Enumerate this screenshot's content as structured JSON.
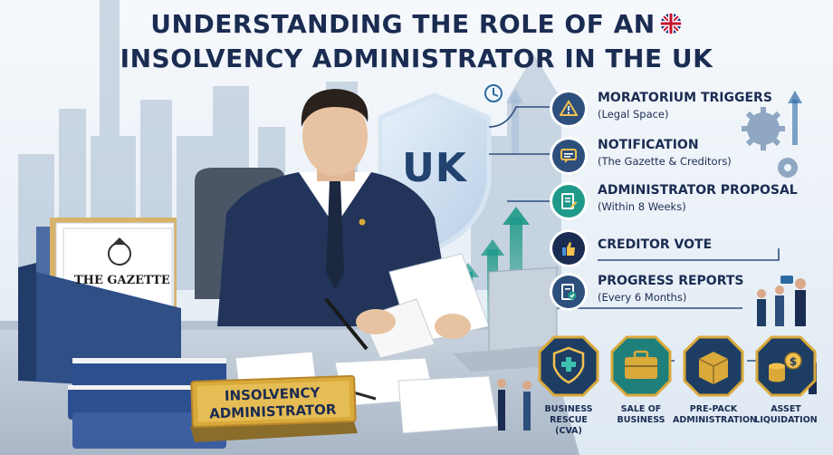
{
  "title": {
    "line1": "UNDERSTANDING THE ROLE OF AN",
    "line2": "INSOLVENCY ADMINISTRATOR IN THE UK",
    "flag_icon": "uk-flag-icon"
  },
  "shield": {
    "label": "UK"
  },
  "gazette": {
    "label": "THE GAZETTE",
    "crest_icon": "royal-crest-icon"
  },
  "desk_plate": {
    "line1": "INSOLVENCY",
    "line2": "ADMINISTRATOR"
  },
  "steps": [
    {
      "title": "MORATORIUM TRIGGERS",
      "subtitle": "(Legal Space)",
      "icon": "warning-document-icon",
      "color": "#2d4f7c"
    },
    {
      "title": "NOTIFICATION",
      "subtitle": "(The Gazette & Creditors)",
      "icon": "chat-notification-icon",
      "color": "#2d4f7c"
    },
    {
      "title": "ADMINISTRATOR PROPOSAL",
      "subtitle": "(Within 8 Weeks)",
      "icon": "document-edit-icon",
      "color": "#1f9a8a"
    },
    {
      "title": "CREDITOR VOTE",
      "subtitle": "",
      "icon": "vote-hand-icon",
      "color": "#1b2c52"
    },
    {
      "title": "PROGRESS REPORTS",
      "subtitle": "(Every 6 Months)",
      "icon": "report-check-icon",
      "color": "#2d4f7c"
    }
  ],
  "outcomes": [
    {
      "label_lines": [
        "BUSINESS",
        "RESCUE",
        "(CVA)"
      ],
      "icon": "shield-plus-icon",
      "bg": "#1e3d63"
    },
    {
      "label_lines": [
        "SALE OF",
        "BUSINESS"
      ],
      "icon": "briefcase-icon",
      "bg": "#1f7f7a"
    },
    {
      "label_lines": [
        "PRE-PACK",
        "ADMINISTRATION"
      ],
      "icon": "package-icon",
      "bg": "#1e3d63"
    },
    {
      "label_lines": [
        "ASSET",
        "LIQUIDATION"
      ],
      "icon": "coins-dollar-icon",
      "bg": "#1e3d63"
    }
  ],
  "colors": {
    "navy": "#1b2c52",
    "teal": "#1f9a8a",
    "gold": "#d9a93a"
  }
}
